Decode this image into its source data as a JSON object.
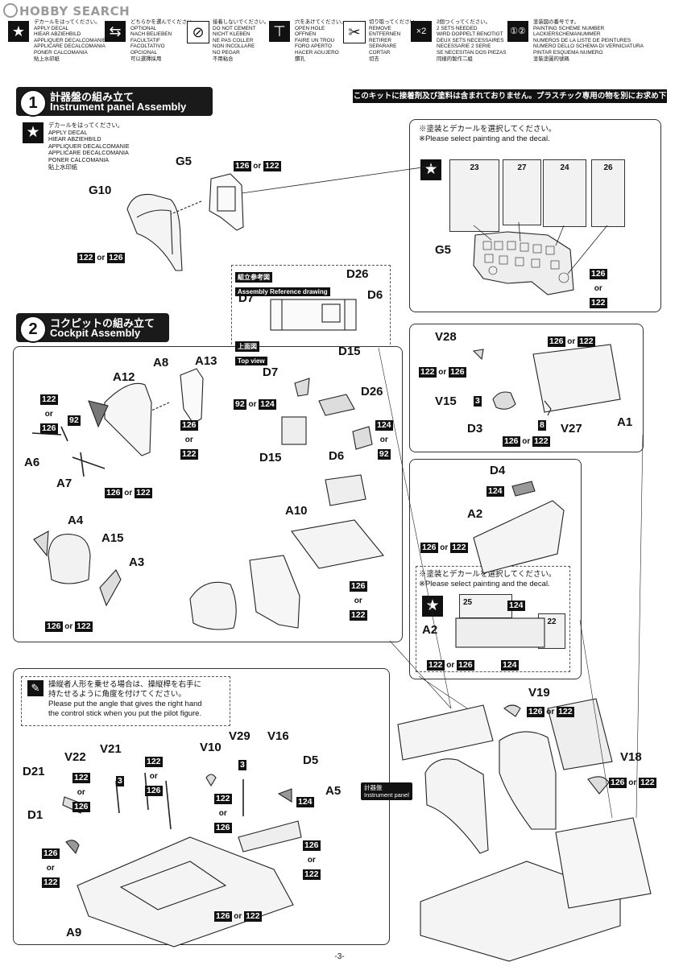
{
  "header": {
    "logo": "HOBBY SEARCH"
  },
  "legend": [
    {
      "icon": "star-icon",
      "symbol": "★",
      "lines": [
        "デカールをはってください。",
        "APPLY DECAL",
        "HIEAR ABZIEHBILD",
        "APPLIQUER DECALCOMANIE",
        "APPLICARE DECALCOMANIA",
        "PONER CALCOMANIA",
        "貼上水印紙"
      ]
    },
    {
      "icon": "arrows-icon",
      "symbol": "⇆",
      "lines": [
        "どちらかを選んでください。",
        "OPTIONAL",
        "NACH BELIEBEN",
        "FACULTATIF",
        "FACOLTATIVO",
        "OPCIONAL",
        "可以選擇採用"
      ]
    },
    {
      "icon": "no-glue-icon",
      "symbol": "⊘",
      "lines": [
        "接着しないでください。",
        "DO NOT CEMENT",
        "NICHT KLEBEN",
        "NE PAS COLLER",
        "NON INCOLLARE",
        "NO PEGAR",
        "不用粘合"
      ]
    },
    {
      "icon": "drill-icon",
      "symbol": "⊤",
      "lines": [
        "穴をあけてください。",
        "OPEN HOLE",
        "OFFNEN",
        "FAIRE UN TROU",
        "FORO APERTO",
        "HACER AGUJERO",
        "鑽孔"
      ]
    },
    {
      "icon": "cut-icon",
      "symbol": "✂",
      "lines": [
        "切り取ってください。",
        "REMOVE",
        "ENTFERNEN",
        "RETIRER",
        "SEPARARE",
        "CORTAR",
        "切去"
      ]
    },
    {
      "icon": "x2-icon",
      "symbol": "×2",
      "lines": [
        "2個つくってください。",
        "2 SETS NEEDED",
        "WIRD DOPPELT BENOTIGT",
        "DEUX SETS NECESSAIRES",
        "NECESSARIE 2 SERIE",
        "SE NECESITAN DOS PIEZAS",
        "同樣的製作二組"
      ]
    },
    {
      "icon": "scheme-number-icon",
      "symbol": "①②",
      "lines": [
        "塗装図の番号です。",
        "PAINTING SCHEME NUMBER",
        "LACKIERSCHEMANUMMER",
        "NUMEROS DE LA LISTE DE PEINTURES",
        "NUMERO DELLO SCHEMA DI VERNICIATURA",
        "PINTAR ESQUEMA NUMERO",
        "塗裝塗圖的號碼"
      ]
    }
  ],
  "notice": "このキットに接着剤及び塗料は含まれておりません。プラスチック専用の物を別にお求め下さい。",
  "step1": {
    "num": "1",
    "ja": "計器盤の組み立て",
    "en": "Instrument panel Assembly"
  },
  "step2": {
    "num": "2",
    "ja": "コクピットの組み立て",
    "en": "Cockpit Assembly"
  },
  "decal_note": [
    "デカールをはってください。",
    "APPLY DECAL",
    "HIEAR ABZIEHBILD",
    "APPLIQUER DECALCOMANIE",
    "APPLICARE DECALCOMANIA",
    "PONER CALCOMANIA",
    "貼上水印紙"
  ],
  "select_note": {
    "ja": "※塗装とデカールを選択してください。",
    "en": "※Please select painting and the decal."
  },
  "decal_numbers": [
    "23",
    "27",
    "24",
    "26",
    "25",
    "22"
  ],
  "ref": {
    "ja": "組立参考図",
    "en": "Assembly Reference drawing",
    "top_ja": "上面図",
    "top_en": "Top view"
  },
  "pilot_note": {
    "ja1": "操縦者人形を乗せる場合は、操縦桿を右手に",
    "ja2": "持たせるように角度を付けてください。",
    "en1": "Please put the angle that gives the right hand",
    "en2": "the control stick when you put the pilot figure."
  },
  "instrument_label": {
    "ja": "計器盤",
    "en": "Instrument panel"
  },
  "parts": {
    "G5": "G5",
    "G10": "G10",
    "A8": "A8",
    "A12": "A12",
    "A13": "A13",
    "A6": "A6",
    "A7": "A7",
    "A4": "A4",
    "A15": "A15",
    "A3": "A3",
    "D7": "D7",
    "D26": "D26",
    "D6": "D6",
    "D15": "D15",
    "A10": "A10",
    "V28": "V28",
    "V15": "V15",
    "D3": "D3",
    "V27": "V27",
    "A1": "A1",
    "D4": "D4",
    "A2": "A2",
    "V19": "V19",
    "V18": "V18",
    "V22": "V22",
    "V21": "V21",
    "V10": "V10",
    "V29": "V29",
    "V16": "V16",
    "D5": "D5",
    "A5": "A5",
    "D21": "D21",
    "D1": "D1",
    "A9": "A9"
  },
  "colors": {
    "c126": "126",
    "c122": "122",
    "c124": "124",
    "c92": "92",
    "c3": "3",
    "c8": "8"
  },
  "or": "or",
  "page": "-3-"
}
